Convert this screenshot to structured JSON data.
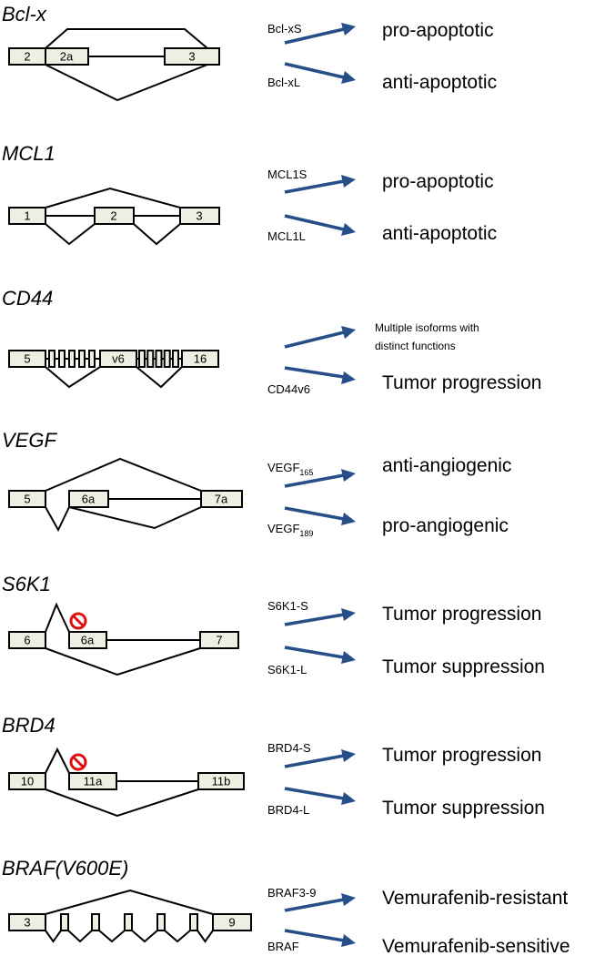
{
  "genes": [
    {
      "name": "Bcl-x",
      "exons": [
        "2",
        "2a",
        "3"
      ],
      "isoforms": [
        {
          "label": "Bcl-xS",
          "sub": "",
          "outcome": "pro-apoptotic"
        },
        {
          "label": "Bcl-xL",
          "sub": "",
          "outcome": "anti-apoptotic"
        }
      ]
    },
    {
      "name": "MCL1",
      "exons": [
        "1",
        "2",
        "3"
      ],
      "isoforms": [
        {
          "label": "MCL1S",
          "sub": "",
          "outcome": "pro-apoptotic"
        },
        {
          "label": "MCL1L",
          "sub": "",
          "outcome": "anti-apoptotic"
        }
      ]
    },
    {
      "name": "CD44",
      "exons": [
        "5",
        "v6",
        "16"
      ],
      "isoforms": [
        {
          "label": "",
          "sub": "",
          "outcome_lines": [
            "Multiple isoforms with",
            "distinct functions"
          ]
        },
        {
          "label": "CD44v6",
          "sub": "",
          "outcome": "Tumor progression"
        }
      ]
    },
    {
      "name": "VEGF",
      "exons": [
        "5",
        "6a",
        "7a"
      ],
      "isoforms": [
        {
          "label": "VEGF",
          "sub": "165",
          "outcome": "anti-angiogenic"
        },
        {
          "label": "VEGF",
          "sub": "189",
          "outcome": "pro-angiogenic"
        }
      ]
    },
    {
      "name": "S6K1",
      "exons": [
        "6",
        "6a",
        "7"
      ],
      "isoforms": [
        {
          "label": "S6K1-S",
          "sub": "",
          "outcome": "Tumor progression"
        },
        {
          "label": "S6K1-L",
          "sub": "",
          "outcome": "Tumor suppression"
        }
      ]
    },
    {
      "name": "BRD4",
      "exons": [
        "10",
        "11a",
        "11b"
      ],
      "isoforms": [
        {
          "label": "BRD4-S",
          "sub": "",
          "outcome": "Tumor progression"
        },
        {
          "label": "BRD4-L",
          "sub": "",
          "outcome": "Tumor suppression"
        }
      ]
    },
    {
      "name": "BRAF(V600E)",
      "exons": [
        "3",
        "9"
      ],
      "isoforms": [
        {
          "label": "BRAF3-9",
          "sub": "",
          "outcome": "Vemurafenib-resistant"
        },
        {
          "label": "BRAF",
          "sub": "",
          "outcome": "Vemurafenib-sensitive"
        }
      ]
    }
  ],
  "colors": {
    "exon_fill": "#eeeee2",
    "arrow": "#264f8a",
    "block_symbol": "#e01010"
  }
}
